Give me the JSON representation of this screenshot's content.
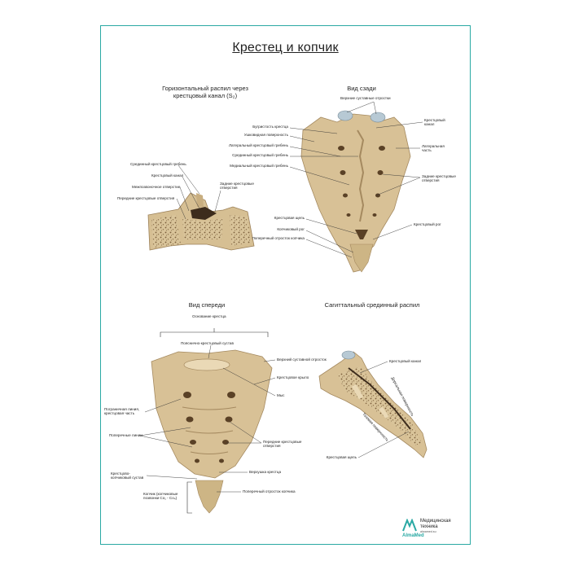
{
  "title": "Крестец и копчик",
  "sections": {
    "horizontal": "Горизонтальный распил через крестцовый канал (S₂)",
    "posterior": "Вид сзади",
    "anterior": "Вид спереди",
    "sagittal": "Сагиттальный срединный распил"
  },
  "labels": {
    "horizontal": {
      "median_crest": "Срединный крестцовый гребень",
      "sacral_canal": "Крестцовый канал",
      "intervertebral_foramen": "Межпозвоночное отверстие",
      "anterior_foramina": "Передние крестцовые отверстия",
      "posterior_foramina": "Задние крестцовые отверстия"
    },
    "posterior": {
      "superior_processes": "Верхние суставные отростки",
      "tuberosity": "Бугристость крестца",
      "auricular": "Ушковидная поверхность",
      "lateral_crest": "Латеральный крестцовый гребень",
      "median_crest": "Срединный крестцовый гребень",
      "medial_crest": "Медиальный крестцовый гребень",
      "sacral_canal": "Крестцовый канал",
      "lateral_part": "Латеральная часть",
      "posterior_foramina": "Задние крестцовые отверстия",
      "hiatus": "Крестцовая щель",
      "coccygeal_horn": "Копчиковый рог",
      "sacral_horn": "Крестцовый рог",
      "transverse_process": "Поперечный отросток копчика"
    },
    "anterior": {
      "base": "Основание крестца",
      "lumbosacral_joint": "Пояснично-крестцовый сустав",
      "superior_process": "Верхний суставной отросток",
      "wing": "Крестцовое крыло",
      "promontory": "Мыс",
      "terminal_line": "Пограничная линия, крестцовая часть",
      "transverse_lines": "Поперечные линии",
      "anterior_foramina": "Передние крестцовые отверстия",
      "sacrococcygeal_joint": "Крестцово-копчиковый сустав",
      "apex": "Верхушка крестца",
      "coccyx": "Копчик (копчиковые позвонки Co₁ - Co₄)",
      "transverse_process": "Поперечный отросток копчика"
    },
    "sagittal": {
      "sacral_canal": "Крестцовый канал",
      "dorsal_surface": "Дорсальная поверхность",
      "pelvic_surface": "Тазовая поверхность",
      "hiatus": "Крестцовая щель"
    }
  },
  "logo": {
    "name": "AlmaMed",
    "line1": "Медицинская",
    "line2": "техника",
    "url": "almamed.su"
  },
  "colors": {
    "frame": "#2aa9a4",
    "bone": "#d8c196",
    "bone_dark": "#b59a6c",
    "cartilage": "#b7c9d4"
  }
}
